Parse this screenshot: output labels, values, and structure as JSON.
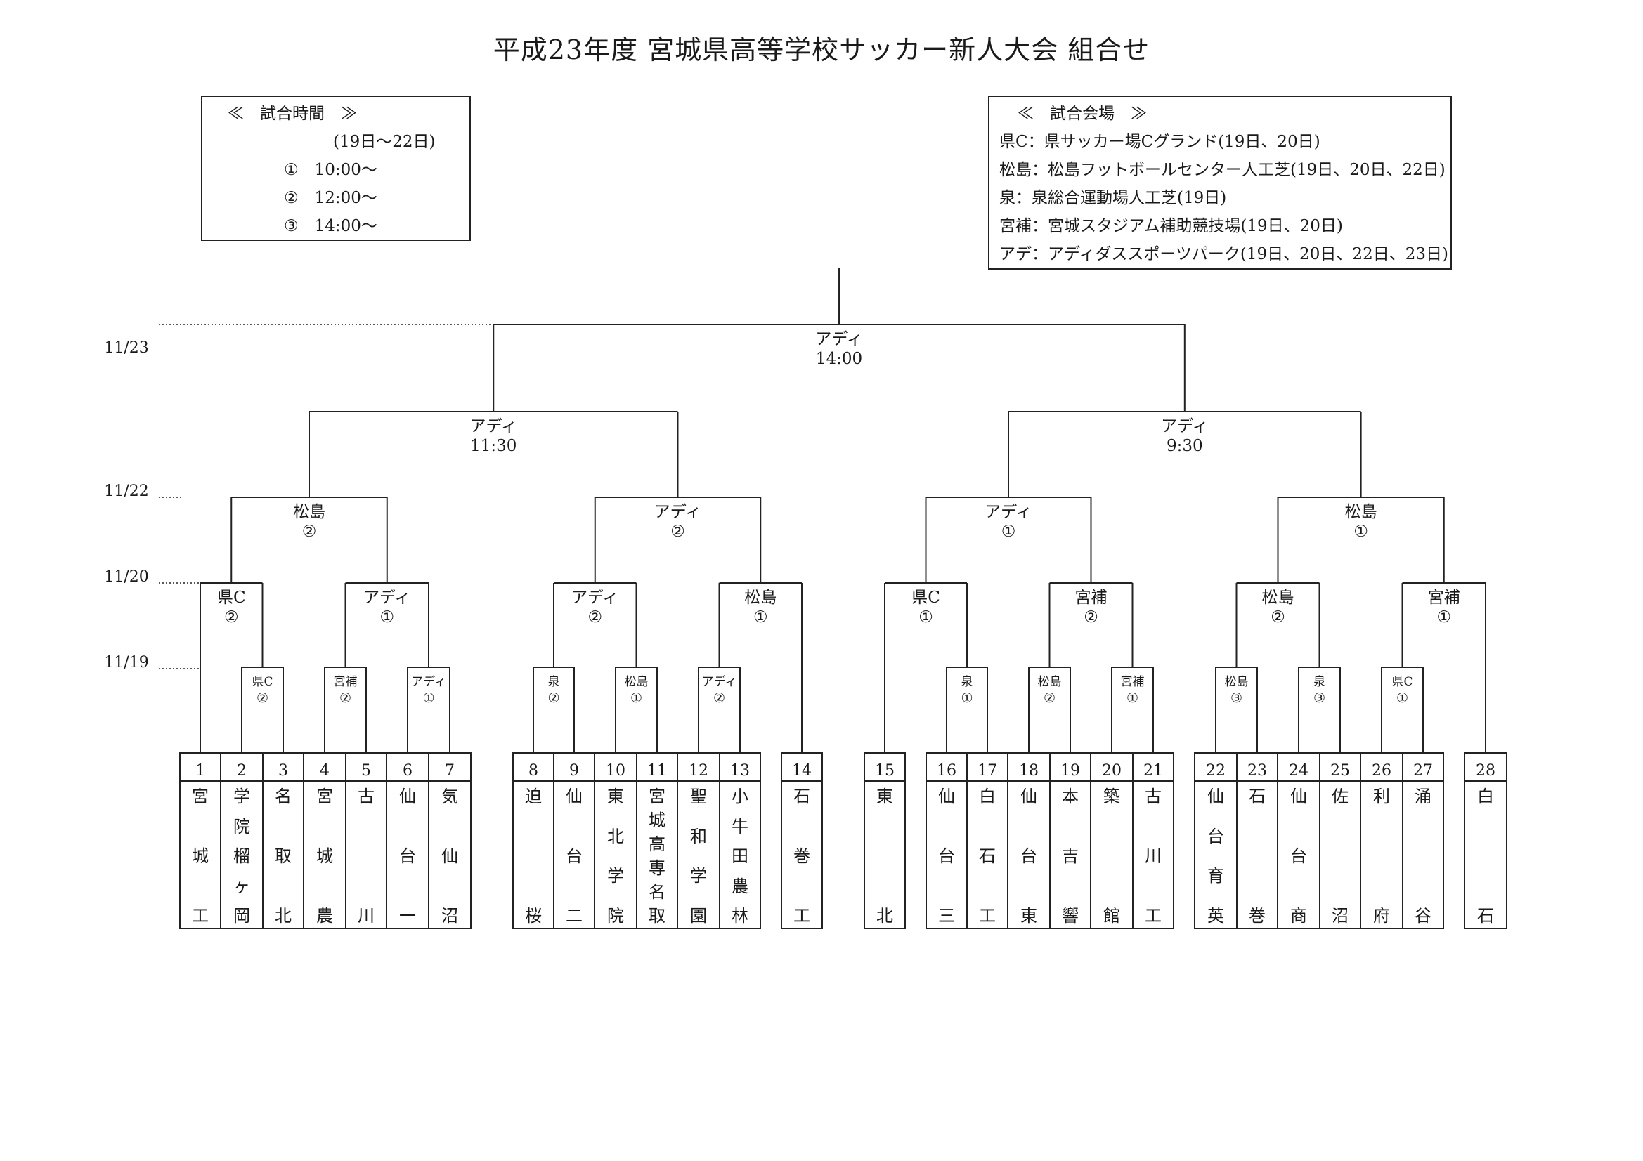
{
  "title": "平成23年度 宮城県高等学校サッカー新人大会 組合せ",
  "schedule": {
    "heading": "≪　試合時間　≫",
    "dates": "(19日～22日)",
    "slots": [
      "①　10:00～",
      "②　12:00～",
      "③　14:00～"
    ]
  },
  "venues": {
    "heading": "≪　試合会場　≫",
    "items": [
      "県C：県サッカー場Cグランド(19日、20日)",
      "松島：松島フットボールセンター人工芝(19日、20日、22日)",
      "泉：泉総合運動場人工芝(19日)",
      "宮補：宮城スタジアム補助競技場(19日、20日)",
      "アデ：アディダススポーツパーク(19日、20日、22日、23日)"
    ]
  },
  "dates": [
    "11/23",
    "11/22",
    "11/20",
    "11/19"
  ],
  "teams": [
    {
      "no": "1",
      "name": "宮城工"
    },
    {
      "no": "2",
      "name": "学院榴ヶ岡"
    },
    {
      "no": "3",
      "name": "名取北"
    },
    {
      "no": "4",
      "name": "宮城農"
    },
    {
      "no": "5",
      "name": "古川"
    },
    {
      "no": "6",
      "name": "仙台一"
    },
    {
      "no": "7",
      "name": "気仙沼"
    },
    {
      "no": "8",
      "name": "迫桜"
    },
    {
      "no": "9",
      "name": "仙台二"
    },
    {
      "no": "10",
      "name": "東北学院"
    },
    {
      "no": "11",
      "name": "宮城高専名取"
    },
    {
      "no": "12",
      "name": "聖和学園"
    },
    {
      "no": "13",
      "name": "小牛田農林"
    },
    {
      "no": "14",
      "name": "石巻工"
    },
    {
      "no": "15",
      "name": "東北"
    },
    {
      "no": "16",
      "name": "仙台三"
    },
    {
      "no": "17",
      "name": "白石工"
    },
    {
      "no": "18",
      "name": "仙台東"
    },
    {
      "no": "19",
      "name": "本吉響"
    },
    {
      "no": "20",
      "name": "築館"
    },
    {
      "no": "21",
      "name": "古川工"
    },
    {
      "no": "22",
      "name": "仙台育英"
    },
    {
      "no": "23",
      "name": "石巻"
    },
    {
      "no": "24",
      "name": "仙台商"
    },
    {
      "no": "25",
      "name": "佐沼"
    },
    {
      "no": "26",
      "name": "利府"
    },
    {
      "no": "27",
      "name": "涌谷"
    },
    {
      "no": "28",
      "name": "白石"
    }
  ],
  "matches": {
    "final": {
      "venue": "アディ",
      "slot": "14:00"
    },
    "semi_left": {
      "venue": "アディ",
      "slot": "11:30"
    },
    "semi_right": {
      "venue": "アディ",
      "slot": "9:30"
    },
    "qf_1": {
      "venue": "松島",
      "slot": "②"
    },
    "qf_2": {
      "venue": "アディ",
      "slot": "②"
    },
    "qf_3": {
      "venue": "アディ",
      "slot": "①"
    },
    "qf_4": {
      "venue": "松島",
      "slot": "①"
    },
    "r2_1": {
      "venue": "県C",
      "slot": "②"
    },
    "r2_2": {
      "venue": "アディ",
      "slot": "①"
    },
    "r2_3": {
      "venue": "アディ",
      "slot": "②"
    },
    "r2_4": {
      "venue": "松島",
      "slot": "①"
    },
    "r2_5": {
      "venue": "県C",
      "slot": "①"
    },
    "r2_6": {
      "venue": "宮補",
      "slot": "②"
    },
    "r2_7": {
      "venue": "松島",
      "slot": "②"
    },
    "r2_8": {
      "venue": "宮補",
      "slot": "①"
    },
    "r1_1": {
      "venue": "県C",
      "slot": "②"
    },
    "r1_2": {
      "venue": "宮補",
      "slot": "②"
    },
    "r1_3": {
      "venue": "アディ",
      "slot": "①"
    },
    "r1_4": {
      "venue": "泉",
      "slot": "②"
    },
    "r1_5": {
      "venue": "松島",
      "slot": "①"
    },
    "r1_6": {
      "venue": "アディ",
      "slot": "②"
    },
    "r1_7": {
      "venue": "泉",
      "slot": "①"
    },
    "r1_8": {
      "venue": "松島",
      "slot": "②"
    },
    "r1_9": {
      "venue": "宮補",
      "slot": "①"
    },
    "r1_10": {
      "venue": "松島",
      "slot": "③"
    },
    "r1_11": {
      "venue": "泉",
      "slot": "③"
    },
    "r1_12": {
      "venue": "県C",
      "slot": "①"
    }
  }
}
